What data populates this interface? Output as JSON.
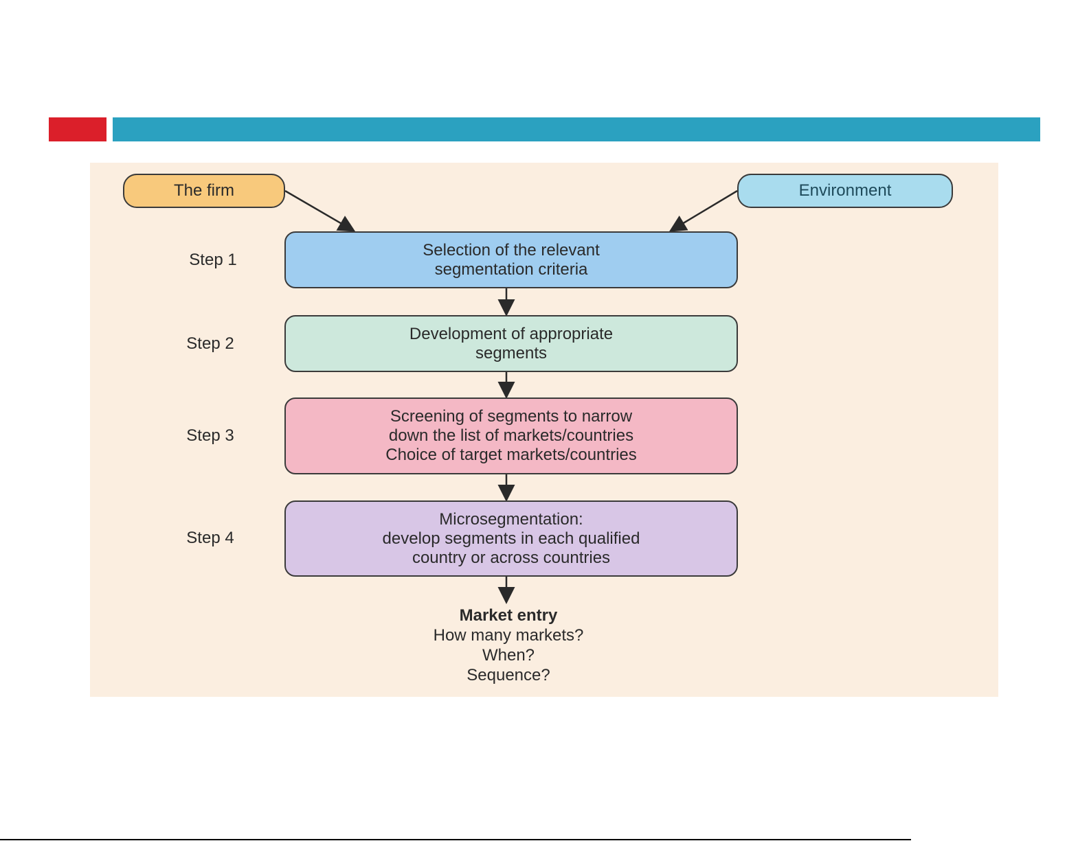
{
  "header": {
    "accent_color": "#db1f2a",
    "bar_color": "#2ba1c0"
  },
  "diagram": {
    "inputs": {
      "firm": "The firm",
      "environment": "Environment"
    },
    "steps": [
      {
        "label": "Step 1",
        "lines": [
          "Selection of the relevant",
          "segmentation criteria"
        ],
        "color": "#9fcdf0"
      },
      {
        "label": "Step 2",
        "lines": [
          "Development of appropriate",
          "segments"
        ],
        "color": "#cde8dc"
      },
      {
        "label": "Step 3",
        "lines": [
          "Screening of segments to narrow",
          "down the list of markets/countries",
          "Choice of target markets/countries"
        ],
        "color": "#f4b8c5"
      },
      {
        "label": "Step 4",
        "lines": [
          "Microsegmentation:",
          "develop segments in each qualified",
          "country or across countries"
        ],
        "color": "#d8c6e6"
      }
    ],
    "outcome": {
      "title": "Market entry",
      "lines": [
        "How many markets?",
        "When?",
        "Sequence?"
      ]
    }
  }
}
